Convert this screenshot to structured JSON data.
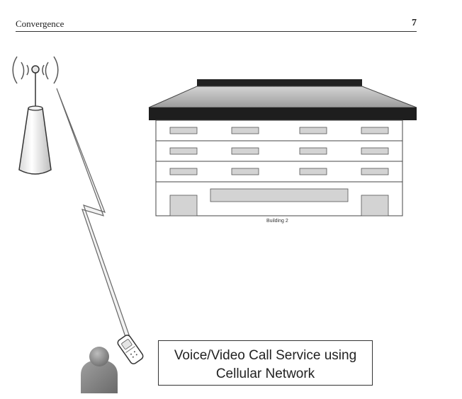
{
  "header": {
    "section": "Convergence",
    "page_number": "7"
  },
  "building": {
    "label": "Building 2"
  },
  "caption": {
    "line1": "Voice/Video Call Service using",
    "line2": "Cellular Network"
  },
  "icons": [
    "cell-tower-icon",
    "office-building-icon",
    "lightning-link-icon",
    "mobile-phone-icon",
    "person-icon"
  ]
}
